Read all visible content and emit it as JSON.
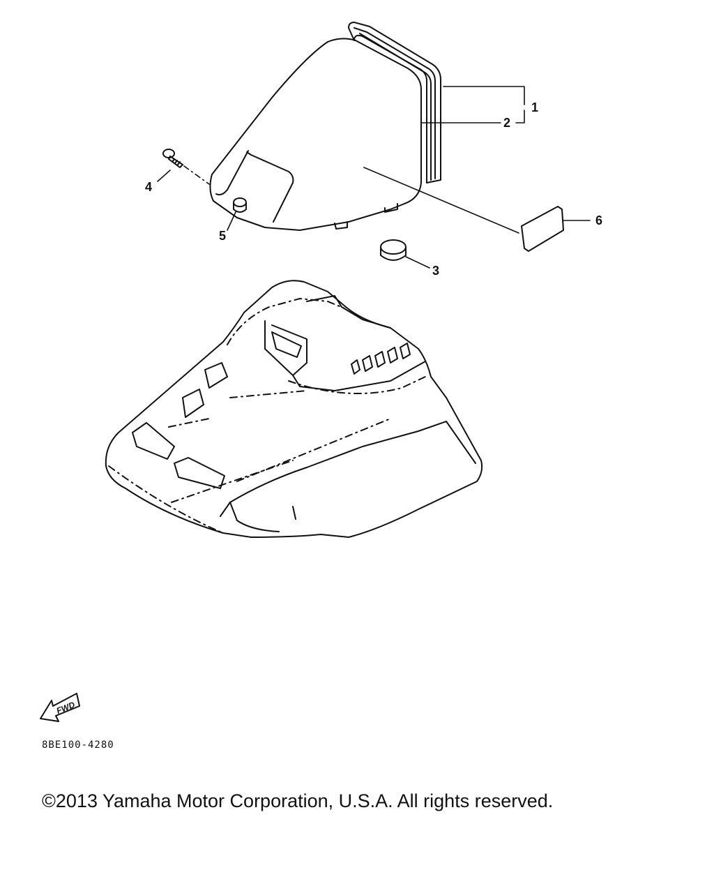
{
  "diagram": {
    "callouts": [
      "1",
      "2",
      "3",
      "4",
      "5",
      "6"
    ],
    "fwd_label": "FWD",
    "part_code": "8BE100-4280"
  },
  "footer": {
    "copyright": "©2013 Yamaha Motor Corporation, U.S.A. All rights reserved."
  },
  "colors": {
    "line": "#111111",
    "background": "#ffffff"
  }
}
